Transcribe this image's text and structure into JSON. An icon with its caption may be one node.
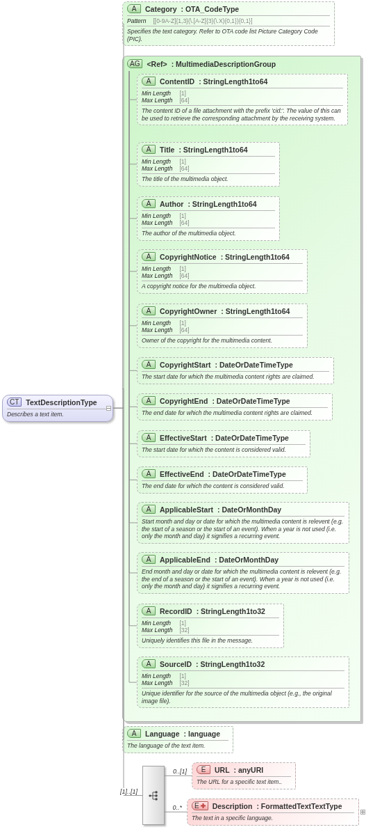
{
  "diagram": {
    "nodes": [
      {
        "text": [
          "CT",
          "TextDescriptionType",
          "Describes a text item."
        ]
      },
      {
        "text": [
          "A",
          "Category",
          ": OTA_CodeType",
          "Pattern",
          "[[0-9A-Z]{1,3}(\\.[A-Z]{3}(\\.X){0,1}){0,1}]",
          "Specifies the text category. Refer to OTA code list Picture Category Code (PIC)."
        ]
      },
      {
        "text": [
          "AG",
          "<Ref>",
          ": MultimediaDescriptionGroup"
        ]
      },
      {
        "in": 2,
        "text": [
          "A",
          "ContentID",
          ": StringLength1to64",
          "Min Length",
          "[1]",
          "Max Length",
          "[64]",
          "The content ID of a file attachment with the prefix 'cid:'. The value of this can be used to retrieve the corresponding attachment by the receiving system."
        ]
      },
      {
        "in": 2,
        "text": [
          "A",
          "Title",
          ": StringLength1to64",
          "Min Length",
          "[1]",
          "Max Length",
          "[64]",
          "The title of the multimedia object."
        ]
      },
      {
        "in": 2,
        "text": [
          "A",
          "Author",
          ": StringLength1to64",
          "Min Length",
          "[1]",
          "Max Length",
          "[64]",
          "The author of the multimedia object."
        ]
      },
      {
        "in": 2,
        "text": [
          "A",
          "CopyrightNotice",
          ": StringLength1to64",
          "Min Length",
          "[1]",
          "Max Length",
          "[64]",
          "A copyright notice for the multimedia object."
        ]
      },
      {
        "in": 2,
        "text": [
          "A",
          "CopyrightOwner",
          ": StringLength1to64",
          "Min Length",
          "[1]",
          "Max Length",
          "[64]",
          "Owner of the copyright for the multimedia content."
        ]
      },
      {
        "in": 2,
        "text": [
          "A",
          "CopyrightStart",
          ": DateOrDateTimeType",
          "The start date for which the multimedia content rights are claimed."
        ]
      },
      {
        "in": 2,
        "text": [
          "A",
          "CopyrightEnd",
          ": DateOrDateTimeType",
          "The end date for which the multimedia content rights are claimed."
        ]
      },
      {
        "in": 2,
        "text": [
          "A",
          "EffectiveStart",
          ": DateOrDateTimeType",
          "The start date for which the content is considered valid."
        ]
      },
      {
        "in": 2,
        "text": [
          "A",
          "EffectiveEnd",
          ": DateOrDateTimeType",
          "The end date for which the content is considered valid."
        ]
      },
      {
        "in": 2,
        "text": [
          "A",
          "ApplicableStart",
          ": DateOrMonthDay",
          "Start month and day or date for which the multimedia content is relevent (e.g. the start of a season or the start of an event). When a year is not used (i.e. only the month and day) it signifies a recurring event."
        ]
      },
      {
        "in": 2,
        "text": [
          "A",
          "ApplicableEnd",
          ": DateOrMonthDay",
          "End month and day or date for which the multimedia content is relevent (e.g. the end of a season or the start of an event). When a year is not used (i.e. only the month and day) it signifies a recurring event."
        ]
      },
      {
        "in": 2,
        "text": [
          "A",
          "RecordID",
          ": StringLength1to32",
          "Min Length",
          "[1]",
          "Max Length",
          "[32]",
          "Uniquely identifies this file in the message."
        ]
      },
      {
        "in": 2,
        "text": [
          "A",
          "SourceID",
          ": StringLength1to32",
          "Min Length",
          "[1]",
          "Max Length",
          "[32]",
          "Unique identifier for the source of the multimedia object (e.g., the original image file)."
        ]
      },
      {
        "text": [
          "A",
          "Language",
          ": language",
          "The language of the text item."
        ]
      },
      {
        "text": [],
        "shape": "box"
      },
      {
        "text": [
          "E",
          "URL",
          ": anyURI",
          "The URL for a specific text item.."
        ]
      },
      {
        "text": [
          "E",
          "Description",
          ": FormattedTextTextType",
          "The text in a specific language."
        ]
      }
    ],
    "edges": [
      {
        "from": 0,
        "to": 1,
        "arrow": "none"
      },
      {
        "from": 0,
        "to": 2,
        "arrow": "none"
      },
      {
        "from": 0,
        "to": 16,
        "arrow": "none"
      },
      {
        "from": 0,
        "to": 17,
        "arrow": "none",
        "label": "[1]..[1]"
      },
      {
        "from": 2,
        "to": 3,
        "arrow": "none"
      },
      {
        "from": 2,
        "to": 4,
        "arrow": "none"
      },
      {
        "from": 2,
        "to": 5,
        "arrow": "none"
      },
      {
        "from": 2,
        "to": 6,
        "arrow": "none"
      },
      {
        "from": 2,
        "to": 7,
        "arrow": "none"
      },
      {
        "from": 2,
        "to": 8,
        "arrow": "none"
      },
      {
        "from": 2,
        "to": 9,
        "arrow": "none"
      },
      {
        "from": 2,
        "to": 10,
        "arrow": "none"
      },
      {
        "from": 2,
        "to": 11,
        "arrow": "none"
      },
      {
        "from": 2,
        "to": 12,
        "arrow": "none"
      },
      {
        "from": 2,
        "to": 13,
        "arrow": "none"
      },
      {
        "from": 2,
        "to": 14,
        "arrow": "none"
      },
      {
        "from": 2,
        "to": 15,
        "arrow": "none"
      },
      {
        "from": 17,
        "to": 18,
        "arrow": "none",
        "label": "0..[1]"
      },
      {
        "from": 17,
        "to": 19,
        "arrow": "none",
        "label": "0..*"
      }
    ]
  }
}
